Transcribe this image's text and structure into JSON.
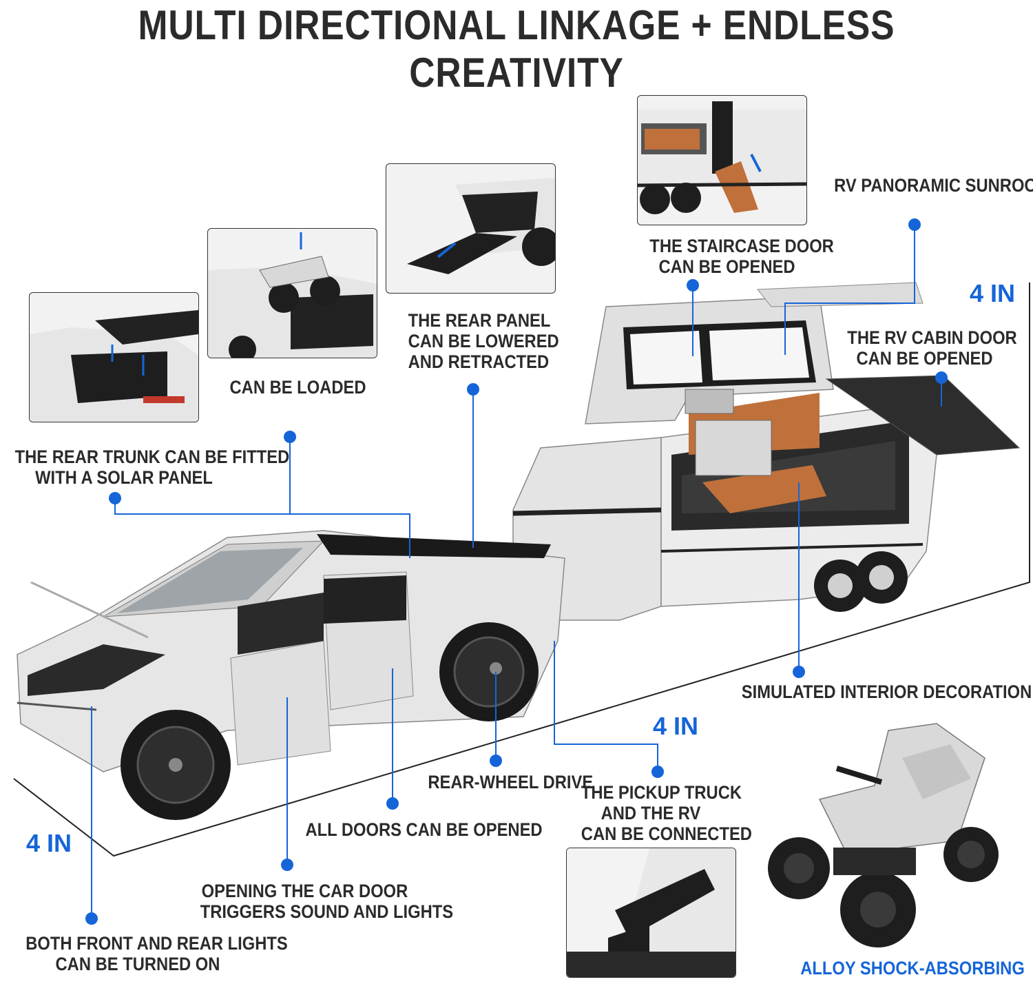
{
  "title": "MULTI DIRECTIONAL LINKAGE + ENDLESS CREATIVITY",
  "dimensions": {
    "height_left": "4 IN",
    "width_right": "4 IN",
    "length_center": "4 IN"
  },
  "labels": {
    "rv_sunroof": "RV PANORAMIC SUNROOF",
    "staircase_1": "THE STAIRCASE DOOR",
    "staircase_2": "CAN BE OPENED",
    "rear_panel_1": "THE REAR PANEL",
    "rear_panel_2": "CAN BE LOWERED",
    "rear_panel_3": "AND RETRACTED",
    "cabin_door_1": "THE RV CABIN DOOR",
    "cabin_door_2": "CAN BE OPENED",
    "loaded": "CAN BE LOADED",
    "trunk_1": "THE REAR TRUNK CAN BE FITTED",
    "trunk_2": "WITH A SOLAR PANEL",
    "interior": "SIMULATED INTERIOR DECORATION",
    "rear_wheel": "REAR-WHEEL DRIVE",
    "connect_1": "THE PICKUP TRUCK",
    "connect_2": "AND THE RV",
    "connect_3": "CAN BE CONNECTED",
    "doors": "ALL DOORS CAN BE OPENED",
    "sound_1": "OPENING THE CAR DOOR",
    "sound_2": "TRIGGERS SOUND AND LIGHTS",
    "lights_1": "BOTH FRONT AND REAR LIGHTS",
    "lights_2": "CAN BE TURNED ON",
    "alloy": "ALLOY SHOCK-ABSORBING"
  },
  "colors": {
    "accent": "#1565d8",
    "text": "#2b2b2b",
    "body": "#e8e8e8",
    "interior": "#c0703a"
  }
}
